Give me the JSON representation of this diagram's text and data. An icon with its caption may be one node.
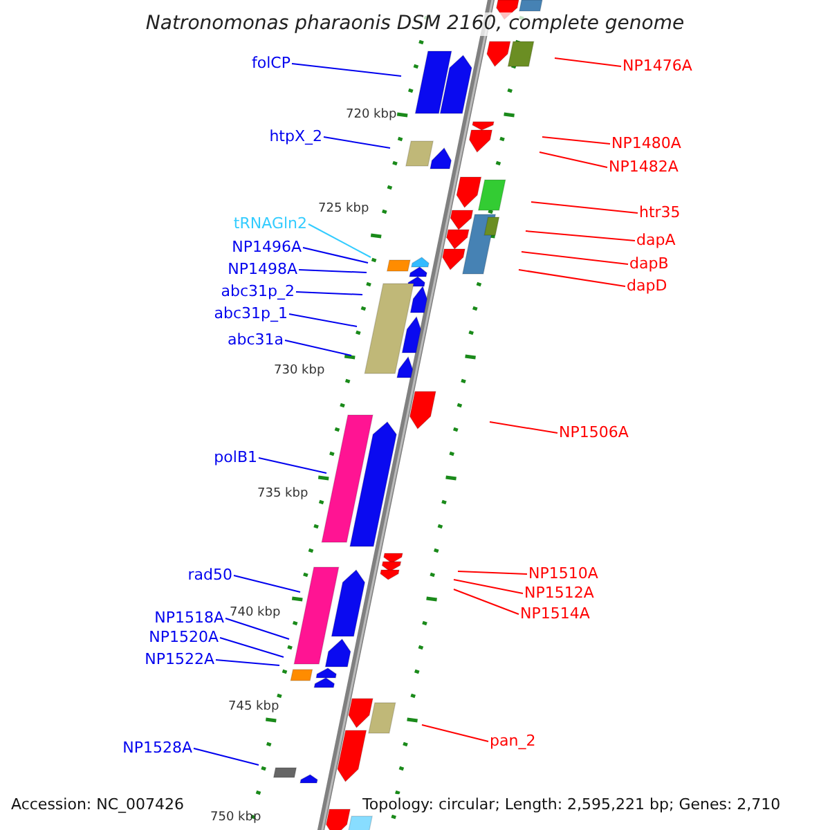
{
  "diagram": {
    "title": "Natronomonas pharaonis DSM 2160, complete genome",
    "nodes": [
      {
        "text": [
          "folCP"
        ]
      },
      {
        "text": [
          "htpX_2"
        ]
      },
      {
        "text": [
          "tRNAGln2"
        ]
      },
      {
        "text": [
          "NP1496A"
        ]
      },
      {
        "text": [
          "NP1498A"
        ]
      },
      {
        "text": [
          "abc31p_2"
        ]
      },
      {
        "text": [
          "abc31p_1"
        ]
      },
      {
        "text": [
          "abc31a"
        ]
      },
      {
        "text": [
          "polB1"
        ]
      },
      {
        "text": [
          "rad50"
        ]
      },
      {
        "text": [
          "NP1518A"
        ]
      },
      {
        "text": [
          "NP1520A"
        ]
      },
      {
        "text": [
          "NP1522A"
        ]
      },
      {
        "text": [
          "NP1528A"
        ]
      },
      {
        "text": [
          "NP1476A"
        ]
      },
      {
        "text": [
          "NP1480A"
        ]
      },
      {
        "text": [
          "NP1482A"
        ]
      },
      {
        "text": [
          "htr35"
        ]
      },
      {
        "text": [
          "dapA"
        ]
      },
      {
        "text": [
          "dapB"
        ]
      },
      {
        "text": [
          "dapD"
        ]
      },
      {
        "text": [
          "NP1506A"
        ]
      },
      {
        "text": [
          "NP1510A"
        ]
      },
      {
        "text": [
          "NP1512A"
        ]
      },
      {
        "text": [
          "NP1514A"
        ]
      },
      {
        "text": [
          "pan_2"
        ]
      }
    ],
    "edges": [
      {
        "from": 0,
        "to": null,
        "arrow": "none"
      },
      {
        "from": 1,
        "to": null,
        "arrow": "none"
      },
      {
        "from": 2,
        "to": null,
        "arrow": "none",
        "color": "#33ccff"
      },
      {
        "from": 3,
        "to": null,
        "arrow": "none"
      },
      {
        "from": 4,
        "to": null,
        "arrow": "none"
      },
      {
        "from": 5,
        "to": null,
        "arrow": "none"
      },
      {
        "from": 6,
        "to": null,
        "arrow": "none"
      },
      {
        "from": 7,
        "to": null,
        "arrow": "none"
      },
      {
        "from": 8,
        "to": null,
        "arrow": "none"
      },
      {
        "from": 9,
        "to": null,
        "arrow": "none"
      },
      {
        "from": 10,
        "to": null,
        "arrow": "none"
      },
      {
        "from": 11,
        "to": null,
        "arrow": "none"
      },
      {
        "from": 12,
        "to": null,
        "arrow": "none"
      },
      {
        "from": 13,
        "to": null,
        "arrow": "none"
      },
      {
        "from": 14,
        "to": null,
        "arrow": "none",
        "color": "#ff0000"
      },
      {
        "from": 15,
        "to": null,
        "arrow": "none",
        "color": "#ff0000"
      },
      {
        "from": 16,
        "to": null,
        "arrow": "none",
        "color": "#ff0000"
      },
      {
        "from": 17,
        "to": null,
        "arrow": "none",
        "color": "#ff0000"
      },
      {
        "from": 18,
        "to": null,
        "arrow": "none",
        "color": "#ff0000"
      },
      {
        "from": 19,
        "to": null,
        "arrow": "none",
        "color": "#ff0000"
      },
      {
        "from": 20,
        "to": null,
        "arrow": "none",
        "color": "#ff0000"
      },
      {
        "from": 21,
        "to": null,
        "arrow": "none",
        "color": "#ff0000"
      },
      {
        "from": 22,
        "to": null,
        "arrow": "none",
        "color": "#ff0000"
      },
      {
        "from": 23,
        "to": null,
        "arrow": "none",
        "color": "#ff0000"
      },
      {
        "from": 24,
        "to": null,
        "arrow": "none",
        "color": "#ff0000"
      },
      {
        "from": 25,
        "to": null,
        "arrow": "none",
        "color": "#ff0000"
      }
    ],
    "labels": [
      "720 kbp",
      "725 kbp",
      "730 kbp",
      "735 kbp",
      "740 kbp",
      "745 kbp",
      "750 kbp",
      "Accession: NC_007426",
      "Topology: circular; Length: 2,595,221 bp; Genes: 2,710"
    ]
  }
}
